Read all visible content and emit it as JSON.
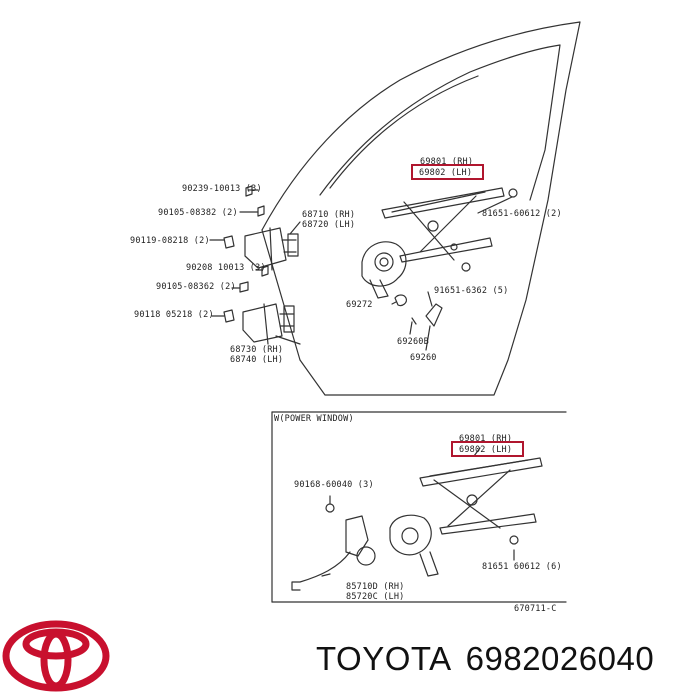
{
  "diagram": {
    "upper": {
      "labels": {
        "regulator_rh": "69801 (RH)",
        "regulator_lh": "69802 (LH)",
        "bolt_1": "90239-10013 (3)",
        "bolt_2": "90105-08382 (2)",
        "bolt_3": "90119-08218 (2)",
        "bolt_4": "90208 10013 (3)",
        "bolt_5": "90105-08362 (2)",
        "bolt_6": "90118 05218 (2)",
        "hinge_upper_rh": "68710 (RH)",
        "hinge_upper_lh": "68720 (LH)",
        "hinge_lower_rh": "68730 (RH)",
        "hinge_lower_lh": "68740 (LH)",
        "bolt_7": "81651-60612 (2)",
        "bolt_8": "91651-6362 (5)",
        "part_69272": "69272",
        "part_69260b": "69260B",
        "part_69260": "69260"
      }
    },
    "lower": {
      "section_title": "W(POWER WINDOW)",
      "labels": {
        "regulator_rh": "69801 (RH)",
        "regulator_lh": "69802 (LH)",
        "bolt_1": "90168-60040 (3)",
        "bolt_2": "81651 60612 (6)",
        "motor_rh": "85710D (RH)",
        "motor_lh": "85720C (LH)",
        "drawing_no": "670711-C"
      }
    }
  },
  "footer": {
    "brand": "TOYOTA",
    "part_number": "6982026040"
  },
  "colors": {
    "highlight": "#b0162e",
    "logo": "#c8102e",
    "line": "#333333"
  }
}
